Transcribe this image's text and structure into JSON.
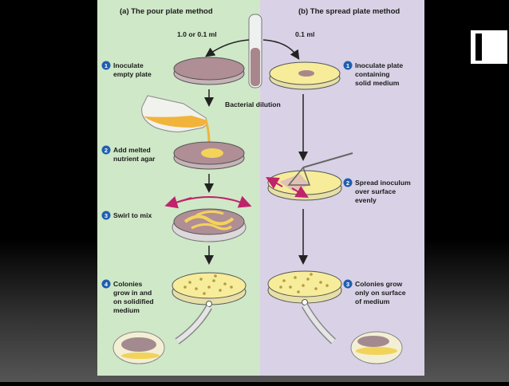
{
  "panel_a": {
    "title": "(a) The pour plate method",
    "volume": "1.0 or 0.1 ml",
    "steps": [
      {
        "n": "1",
        "lines": [
          "Inoculate",
          "empty plate"
        ]
      },
      {
        "n": "2",
        "lines": [
          "Add melted",
          "nutrient agar"
        ]
      },
      {
        "n": "3",
        "lines": [
          "Swirl to mix"
        ]
      },
      {
        "n": "4",
        "lines": [
          "Colonies",
          "grow in and",
          "on solidified",
          "medium"
        ]
      }
    ]
  },
  "panel_b": {
    "title": "(b) The spread plate method",
    "volume": "0.1 ml",
    "steps": [
      {
        "n": "1",
        "lines": [
          "Inoculate plate",
          "containing",
          "solid medium"
        ]
      },
      {
        "n": "2",
        "lines": [
          "Spread inoculum",
          "over surface",
          "evenly"
        ]
      },
      {
        "n": "3",
        "lines": [
          "Colonies grow",
          "only on surface",
          "of medium"
        ]
      }
    ]
  },
  "center_label": "Bacterial dilution",
  "colors": {
    "panel_a_bg": "#cfe8c8",
    "panel_b_bg": "#d9d2e6",
    "step_circle": "#1f5fb0",
    "agar_yellow": "#f6ec9a",
    "inoculum_pink": "#a9868c",
    "swirl_arrow": "#c0236b"
  }
}
